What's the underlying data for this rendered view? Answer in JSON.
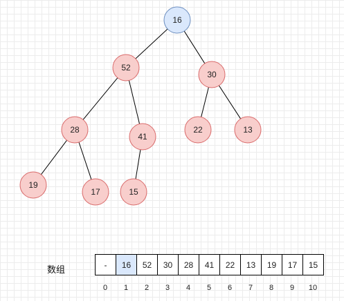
{
  "tree": {
    "nodes": [
      {
        "id": "n16",
        "label": "16",
        "highlight": true
      },
      {
        "id": "n52",
        "label": "52"
      },
      {
        "id": "n30",
        "label": "30"
      },
      {
        "id": "n28",
        "label": "28"
      },
      {
        "id": "n41",
        "label": "41"
      },
      {
        "id": "n22",
        "label": "22"
      },
      {
        "id": "n13",
        "label": "13"
      },
      {
        "id": "n19",
        "label": "19"
      },
      {
        "id": "n17",
        "label": "17"
      },
      {
        "id": "n15",
        "label": "15"
      }
    ],
    "edges": [
      [
        "n16",
        "n52"
      ],
      [
        "n16",
        "n30"
      ],
      [
        "n52",
        "n28"
      ],
      [
        "n52",
        "n41"
      ],
      [
        "n30",
        "n22"
      ],
      [
        "n30",
        "n13"
      ],
      [
        "n28",
        "n19"
      ],
      [
        "n28",
        "n17"
      ],
      [
        "n41",
        "n15"
      ]
    ],
    "colors": {
      "node_fill": "#f8cecc",
      "node_stroke": "#d96a6a",
      "highlight_fill": "#dae8fc",
      "highlight_stroke": "#6c8ebf",
      "edge": "#000000"
    }
  },
  "array": {
    "caption": "数组",
    "cells": [
      "-",
      "16",
      "52",
      "30",
      "28",
      "41",
      "22",
      "13",
      "19",
      "17",
      "15"
    ],
    "highlight_index": 1,
    "indices": [
      "0",
      "1",
      "2",
      "3",
      "4",
      "5",
      "6",
      "7",
      "8",
      "9",
      "10"
    ]
  }
}
